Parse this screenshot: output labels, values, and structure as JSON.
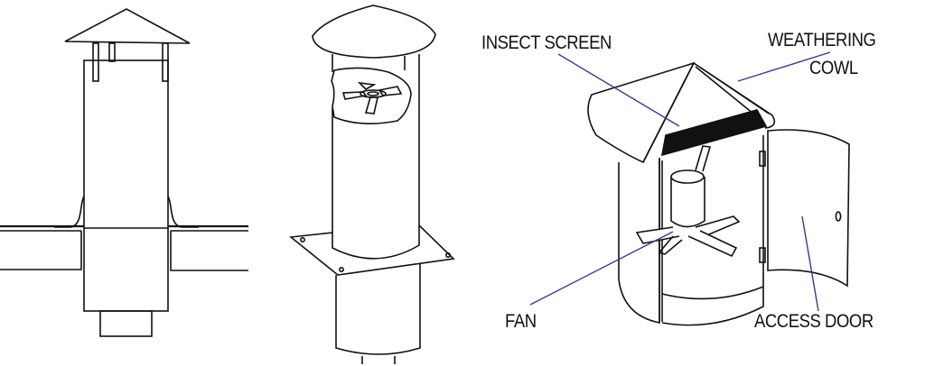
{
  "figures": [
    {
      "id": "section-view",
      "description": "Cross-section of roof-mounted vent stack with conical cap"
    },
    {
      "id": "cutaway-view",
      "description": "Cylindrical vent with cap, cutaway showing fan, square base flange"
    },
    {
      "id": "exploded-view",
      "description": "Cowl vent unit with open access door showing fan and motor"
    }
  ],
  "labels": {
    "insect_screen": "INSECT SCREEN",
    "weathering_line1": "WEATHERING",
    "weathering_line2": "COWL",
    "fan": "FAN",
    "access_door": "ACCESS DOOR"
  },
  "colors": {
    "line": "#111111",
    "leader": "#3a3a8c",
    "screen": "#111111",
    "background": "#ffffff"
  }
}
